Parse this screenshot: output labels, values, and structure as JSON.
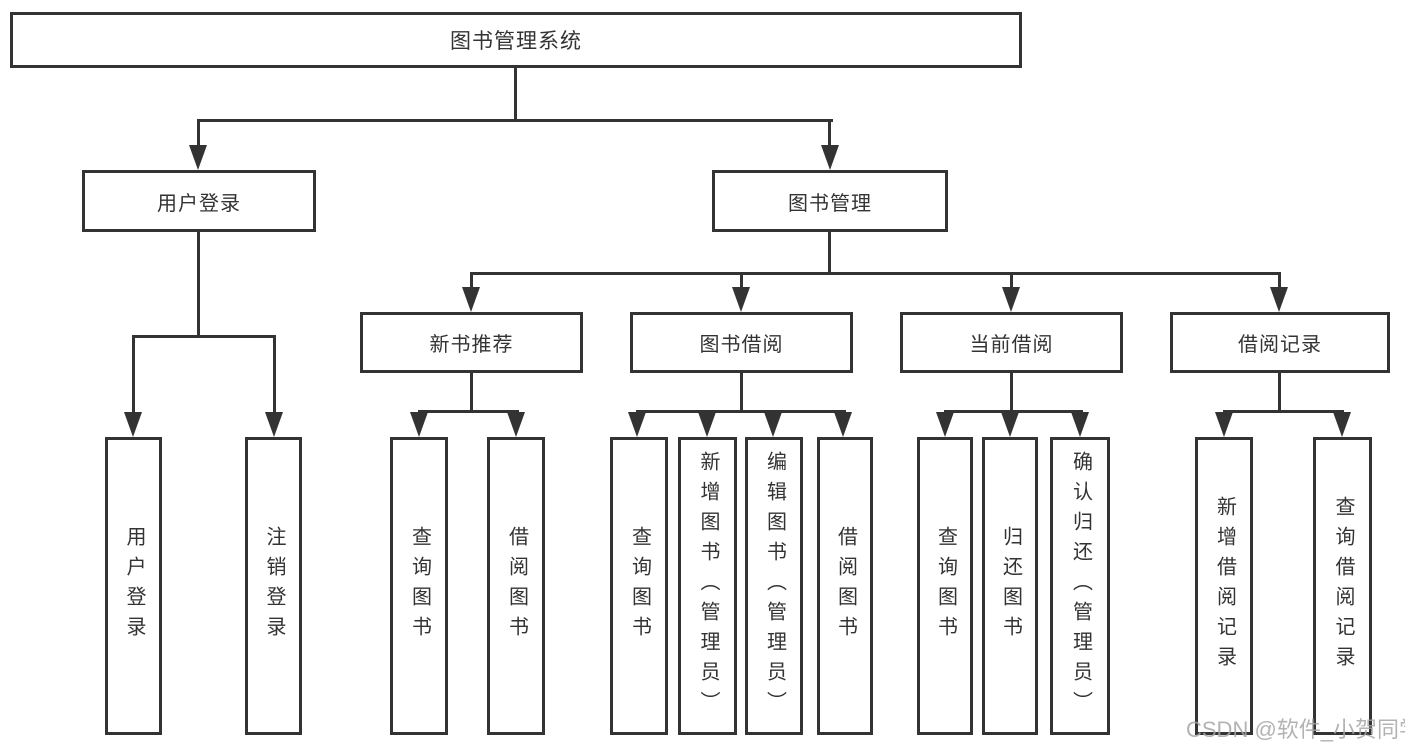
{
  "root": {
    "label": "图书管理系统"
  },
  "level2": [
    {
      "id": "user-login",
      "label": "用户登录"
    },
    {
      "id": "book-management",
      "label": "图书管理"
    }
  ],
  "level3": [
    {
      "id": "new-book-recommend",
      "label": "新书推荐"
    },
    {
      "id": "book-borrowing",
      "label": "图书借阅"
    },
    {
      "id": "current-borrowing",
      "label": "当前借阅"
    },
    {
      "id": "borrowing-records",
      "label": "借阅记录"
    }
  ],
  "leaves": [
    {
      "group": "user-login",
      "label": "用户登录"
    },
    {
      "group": "user-login",
      "label": "注销登录"
    },
    {
      "group": "new-book-recommend",
      "label": "查询图书"
    },
    {
      "group": "new-book-recommend",
      "label": "借阅图书"
    },
    {
      "group": "book-borrowing",
      "label": "查询图书"
    },
    {
      "group": "book-borrowing",
      "label": "新增图书（管理员）"
    },
    {
      "group": "book-borrowing",
      "label": "编辑图书（管理员）"
    },
    {
      "group": "book-borrowing",
      "label": "借阅图书"
    },
    {
      "group": "current-borrowing",
      "label": "查询图书"
    },
    {
      "group": "current-borrowing",
      "label": "归还图书"
    },
    {
      "group": "current-borrowing",
      "label": "确认归还（管理员）"
    },
    {
      "group": "borrowing-records",
      "label": "新增借阅记录"
    },
    {
      "group": "borrowing-records",
      "label": "查询借阅记录"
    }
  ],
  "watermark": {
    "text": "CSDN @软件_小贺同学",
    "color": "#a6a6a6"
  },
  "colors": {
    "line": "#333333",
    "background": "#ffffff"
  }
}
